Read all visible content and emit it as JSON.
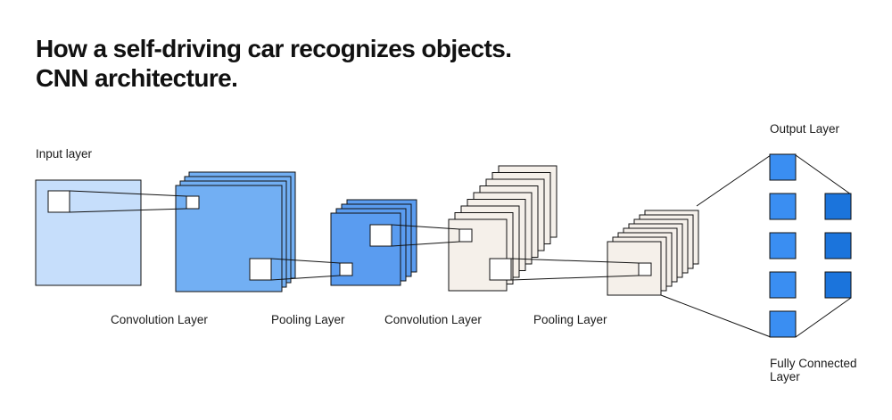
{
  "title": {
    "line1": "How a self-driving car recognizes objects.",
    "line2": "CNN architecture."
  },
  "labels": {
    "input_layer": "Input layer",
    "conv1": "Convolution Layer",
    "pool1": "Pooling Layer",
    "conv2": "Convolution Layer",
    "pool2": "Pooling Layer",
    "output_layer": "Output Layer",
    "fully_connected_line1": "Fully Connected",
    "fully_connected_line2": "Layer"
  },
  "colors": {
    "input_fill": "#c6defb",
    "conv1_fill": "#72aff3",
    "pool1_fill": "#5a9cf0",
    "beige_fill": "#f5f0ea",
    "fc_node": "#3a8ef2",
    "output_node": "#1b74dc",
    "stroke": "#111111"
  },
  "structure": {
    "conv1_feature_maps": 4,
    "pool1_feature_maps": 4,
    "conv2_feature_maps": 9,
    "pool2_feature_maps": 8,
    "fully_connected_nodes": 5,
    "output_nodes": 3
  }
}
